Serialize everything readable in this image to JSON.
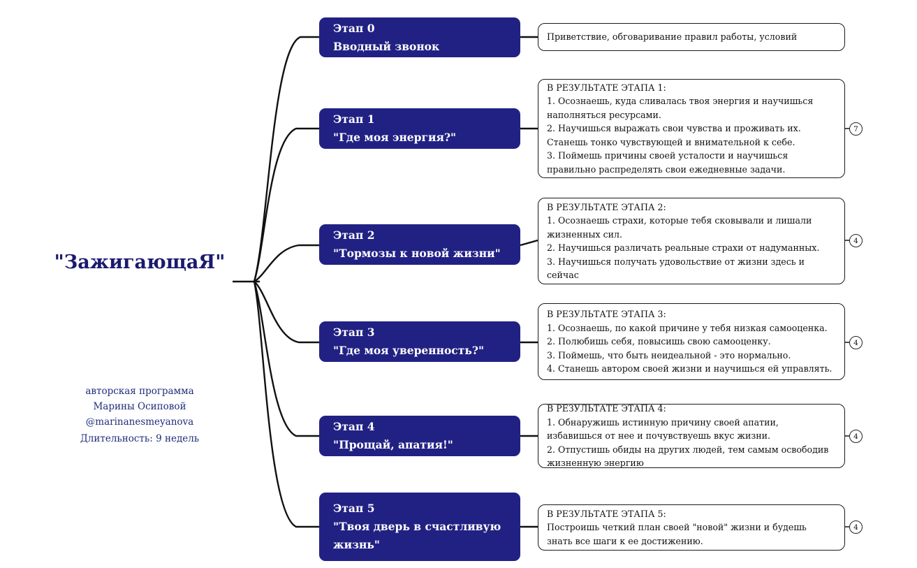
{
  "root": {
    "title": "\"ЗажигающаЯ\"",
    "credits": [
      "авторская программа",
      "Марины Осиповой",
      "@marinanesmeyanova"
    ],
    "duration": "Длительность: 9 недель",
    "title_color": "#1a1a6e",
    "meta_color": "#1f2d7a"
  },
  "theme": {
    "stage_fill": "#212184",
    "stage_text": "#ffffff",
    "desc_border": "#1a1a1a",
    "desc_text": "#111111",
    "connector_color": "#111111",
    "background": "#ffffff"
  },
  "stages": [
    {
      "id": "stage-0",
      "label_lines": [
        "Этап 0",
        "Вводный звонок"
      ],
      "description_lines": [
        "Приветствие, обговаривание правил работы, условий"
      ],
      "badge": null
    },
    {
      "id": "stage-1",
      "label_lines": [
        "Этап 1",
        "\"Где моя энергия?\""
      ],
      "description_lines": [
        "В РЕЗУЛЬТАТЕ ЭТАПА 1:",
        "1. Осознаешь, куда сливалась твоя энергия и научишься",
        "наполняться ресурсами.",
        "2. Научишься выражать свои чувства и проживать их.",
        "Станешь тонко чувствующей и внимательной к себе.",
        "3. Поймешь причины своей усталости и научишься",
        "правильно распределять свои ежедневные задачи."
      ],
      "badge": "7"
    },
    {
      "id": "stage-2",
      "label_lines": [
        "Этап 2",
        "\"Тормозы к новой жизни\""
      ],
      "description_lines": [
        "В РЕЗУЛЬТАТЕ ЭТАПА 2:",
        "1. Осознаешь страхи, которые тебя сковывали и лишали",
        "жизненных сил.",
        "2. Научишься различать реальные страхи от надуманных.",
        "3. Научишься получать удовольствие от жизни здесь и",
        "сейчас"
      ],
      "badge": "4"
    },
    {
      "id": "stage-3",
      "label_lines": [
        "Этап 3",
        "\"Где моя уверенность?\""
      ],
      "description_lines": [
        "В РЕЗУЛЬТАТЕ ЭТАПА 3:",
        "1. Осознаешь, по какой причине у тебя низкая самооценка.",
        "2. Полюбишь себя, повысишь свою самооценку.",
        "3. Поймешь, что быть неидеальной - это нормально.",
        "4. Станешь автором своей жизни и научишься ей управлять."
      ],
      "badge": "4"
    },
    {
      "id": "stage-4",
      "label_lines": [
        "Этап 4",
        "\"Прощай, апатия!\""
      ],
      "description_lines": [
        "В РЕЗУЛЬТАТЕ ЭТАПА 4:",
        "1. Обнаружишь истинную причину своей апатии,",
        "избавишься от нее и почувствуешь вкус жизни.",
        "2. Отпустишь обиды на других людей, тем самым освободив",
        "жизненную энергию"
      ],
      "badge": "4"
    },
    {
      "id": "stage-5",
      "label_lines": [
        "Этап 5",
        "\"Твоя дверь в счастливую жизнь\""
      ],
      "description_lines": [
        "В РЕЗУЛЬТАТЕ ЭТАПА 5:",
        "Построишь четкий план своей \"новой\" жизни и будешь",
        "знать все шаги к ее достижению."
      ],
      "badge": "4"
    }
  ]
}
